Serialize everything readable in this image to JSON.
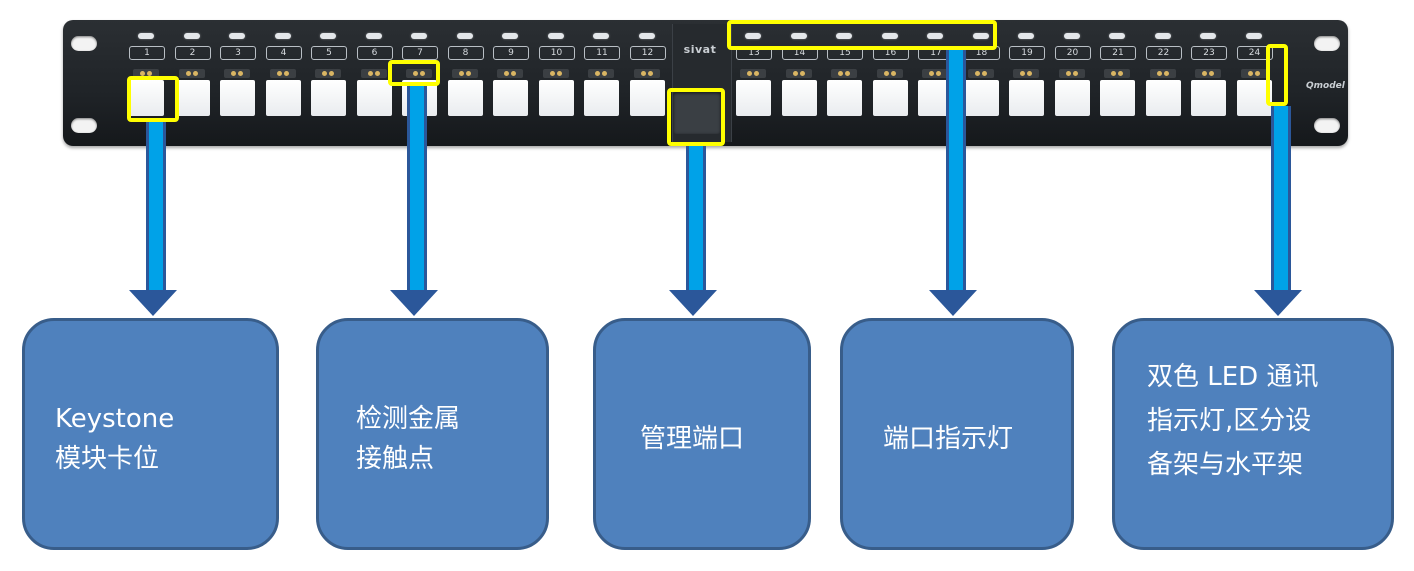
{
  "panel": {
    "brand": "sivat",
    "logo_text": "Qmodel",
    "port_numbers": [
      "1",
      "2",
      "3",
      "4",
      "5",
      "6",
      "7",
      "8",
      "9",
      "10",
      "11",
      "12",
      "13",
      "14",
      "15",
      "16",
      "17",
      "18",
      "19",
      "20",
      "21",
      "22",
      "23",
      "24"
    ]
  },
  "callouts": [
    {
      "id": "keystone",
      "text": "Keystone\n模块卡位"
    },
    {
      "id": "contacts",
      "text": "检测金属\n接触点"
    },
    {
      "id": "mgmt",
      "text": "管理端口"
    },
    {
      "id": "indicator",
      "text": "端口指示灯"
    },
    {
      "id": "led",
      "text": "双色 LED 通讯\n指示灯,区分设\n备架与水平架"
    }
  ],
  "colors": {
    "highlight": "#ffff00",
    "arrow_fill": "#00a2e8",
    "arrow_border": "#2b579a",
    "box_fill": "#4f81bd",
    "box_border": "#385d8a"
  }
}
